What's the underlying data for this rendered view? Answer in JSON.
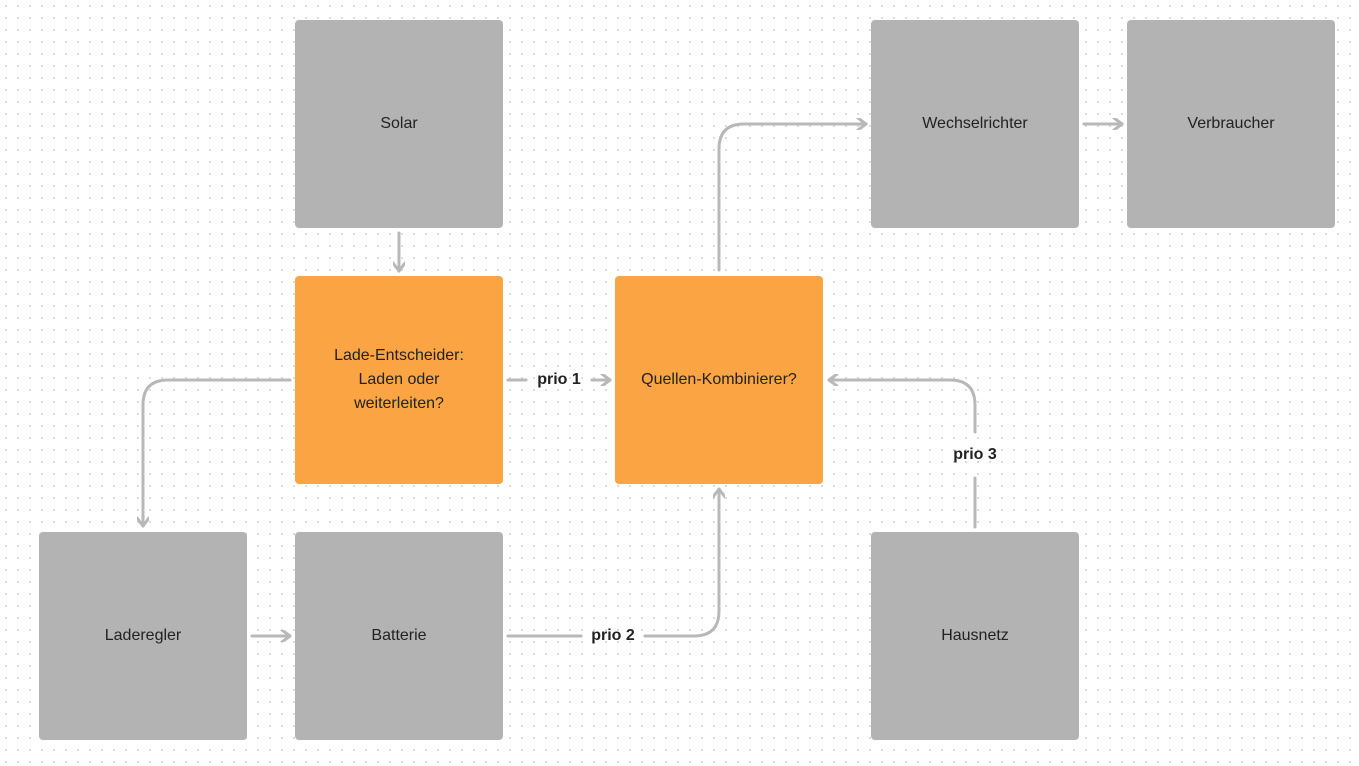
{
  "nodes": {
    "solar": {
      "label": "Solar"
    },
    "lade_entscheider": {
      "label": "Lade-Entscheider:\nLaden oder\nweiterleiten?"
    },
    "quellen_kombinierer": {
      "label": "Quellen-Kombinierer?"
    },
    "wechselrichter": {
      "label": "Wechselrichter"
    },
    "verbraucher": {
      "label": "Verbraucher"
    },
    "laderegler": {
      "label": "Laderegler"
    },
    "batterie": {
      "label": "Batterie"
    },
    "hausnetz": {
      "label": "Hausnetz"
    }
  },
  "edges": {
    "prio1": {
      "label": "prio 1"
    },
    "prio2": {
      "label": "prio 2"
    },
    "prio3": {
      "label": "prio 3"
    }
  },
  "colors": {
    "node_gray": "#b3b3b3",
    "node_orange": "#fba443",
    "edge": "#b8b8b8",
    "text": "#222222"
  }
}
